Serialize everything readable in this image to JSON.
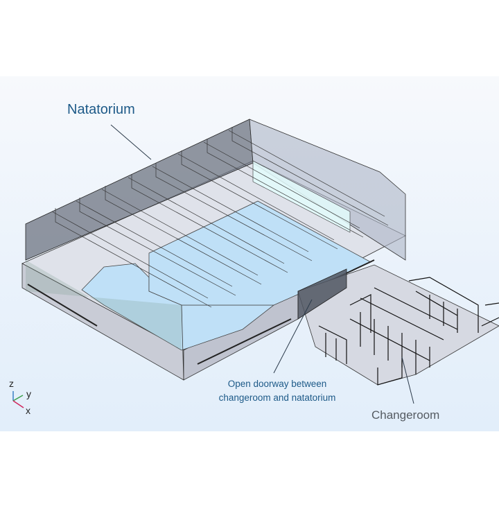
{
  "labels": {
    "natatorium": "Natatorium",
    "doorway_line1": "Open doorway between",
    "doorway_line2": "changeroom and natatorium",
    "changeroom": "Changeroom"
  },
  "axes": {
    "z": "z",
    "y": "y",
    "x": "x"
  },
  "colors": {
    "label_blue": "#1d5a88",
    "label_gray": "#555b62",
    "pool": "#bfe0f7",
    "axis_x": "#d0245a",
    "axis_y": "#3aa04a",
    "axis_z": "#3a7fc4"
  }
}
